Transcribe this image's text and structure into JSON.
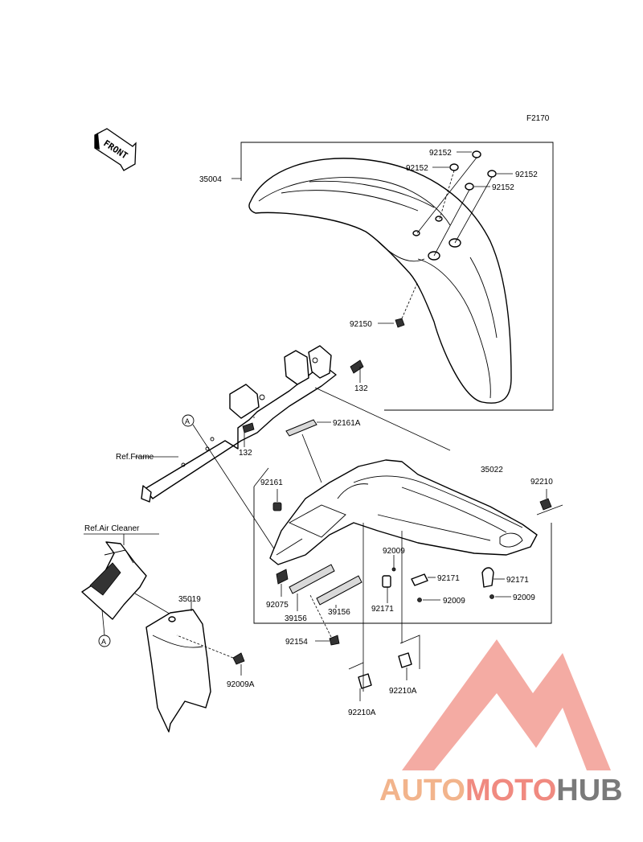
{
  "figure_code": "F2170",
  "front_indicator": "FRONT",
  "callouts": {
    "p35004": "35004",
    "p92152a": "92152",
    "p92152b": "92152",
    "p92152c": "92152",
    "p92152d": "92152",
    "p92150": "92150",
    "p132a": "132",
    "p132b": "132",
    "p92161A": "92161A",
    "refA1": "A",
    "refA2": "A",
    "ref_frame": "Ref.Frame",
    "p35022": "35022",
    "p92210": "92210",
    "p92161": "92161",
    "ref_air_cleaner": "Ref.Air Cleaner",
    "p92009a": "92009",
    "p92171a": "92171",
    "p92171b": "92171",
    "p92171c": "92171",
    "p92009b": "92009",
    "p92009c": "92009",
    "p92075": "92075",
    "p39156a": "39156",
    "p39156b": "39156",
    "p35019": "35019",
    "p92154": "92154",
    "p92009A": "92009A",
    "p92210A_a": "92210A",
    "p92210A_b": "92210A"
  },
  "watermark": {
    "part1": "AUTO",
    "part2": "MOTO",
    "part3": "HUB",
    "color1": "#f2b48c",
    "color2": "#f08a80",
    "color3": "#7a7a7a",
    "logo_color": "#f3a39a"
  }
}
